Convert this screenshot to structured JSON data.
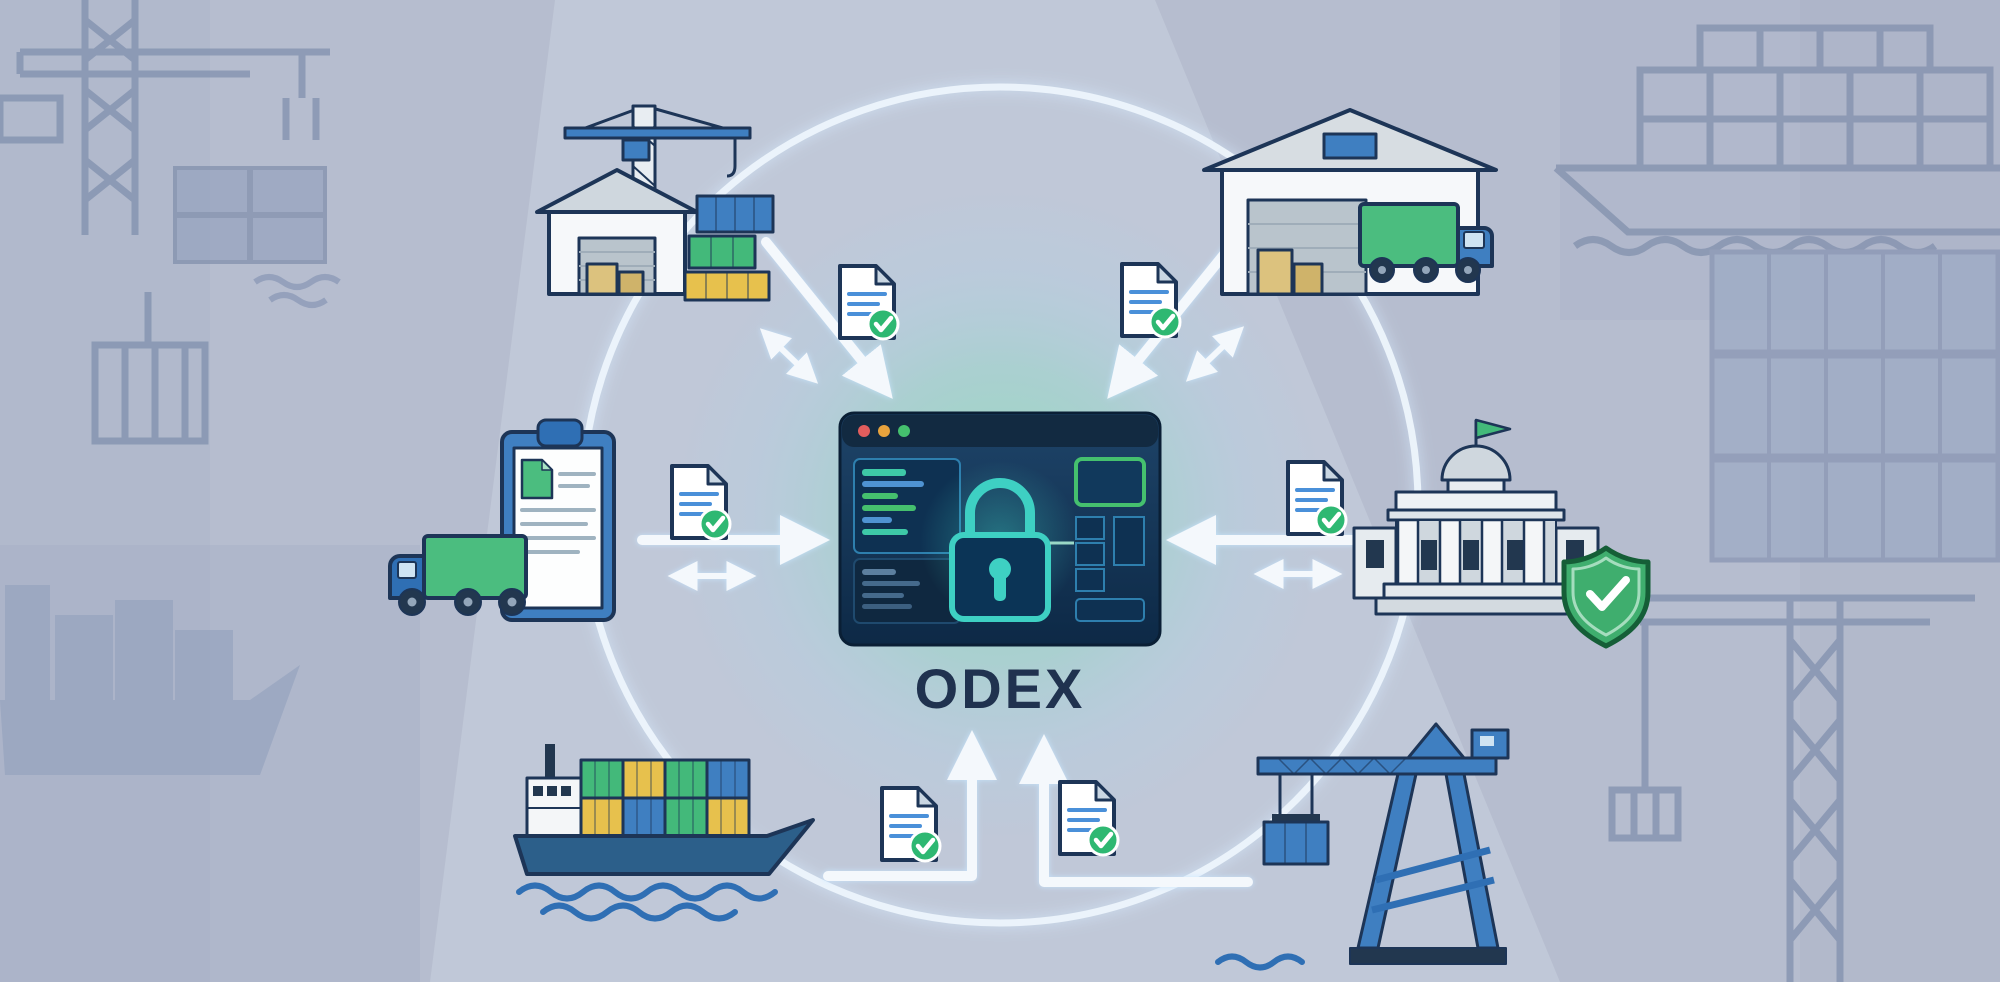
{
  "title": "ODEX",
  "center": {
    "label": "ODEX",
    "window_icon": "secure-platform-window-icon",
    "lock_icon": "padlock-icon",
    "traffic_light_colors": [
      "#e25d5d",
      "#e8a33d",
      "#45c06e"
    ]
  },
  "nodes": [
    {
      "id": "warehouse-crane",
      "icon": "warehouse-crane-icon",
      "position": "top-left"
    },
    {
      "id": "warehouse-truck",
      "icon": "warehouse-truck-icon",
      "position": "top-right"
    },
    {
      "id": "truck-clipboard",
      "icon": "truck-clipboard-icon",
      "position": "left"
    },
    {
      "id": "customs-building",
      "icon": "customs-building-shield-icon",
      "position": "right"
    },
    {
      "id": "container-ship",
      "icon": "container-ship-icon",
      "position": "bottom-left"
    },
    {
      "id": "port-crane",
      "icon": "port-crane-icon",
      "position": "bottom-right"
    }
  ],
  "documents": {
    "icon": "document-check-icon",
    "count": 6
  },
  "colors": {
    "background": "#b6bdcf",
    "circle": "#eef6fd",
    "accent_green": "#45c06e",
    "accent_teal": "#3ed0c3",
    "accent_blue": "#3f7fc1",
    "navy": "#1d3557",
    "card_dark": "#0d2946",
    "label_text": "#20324f"
  }
}
